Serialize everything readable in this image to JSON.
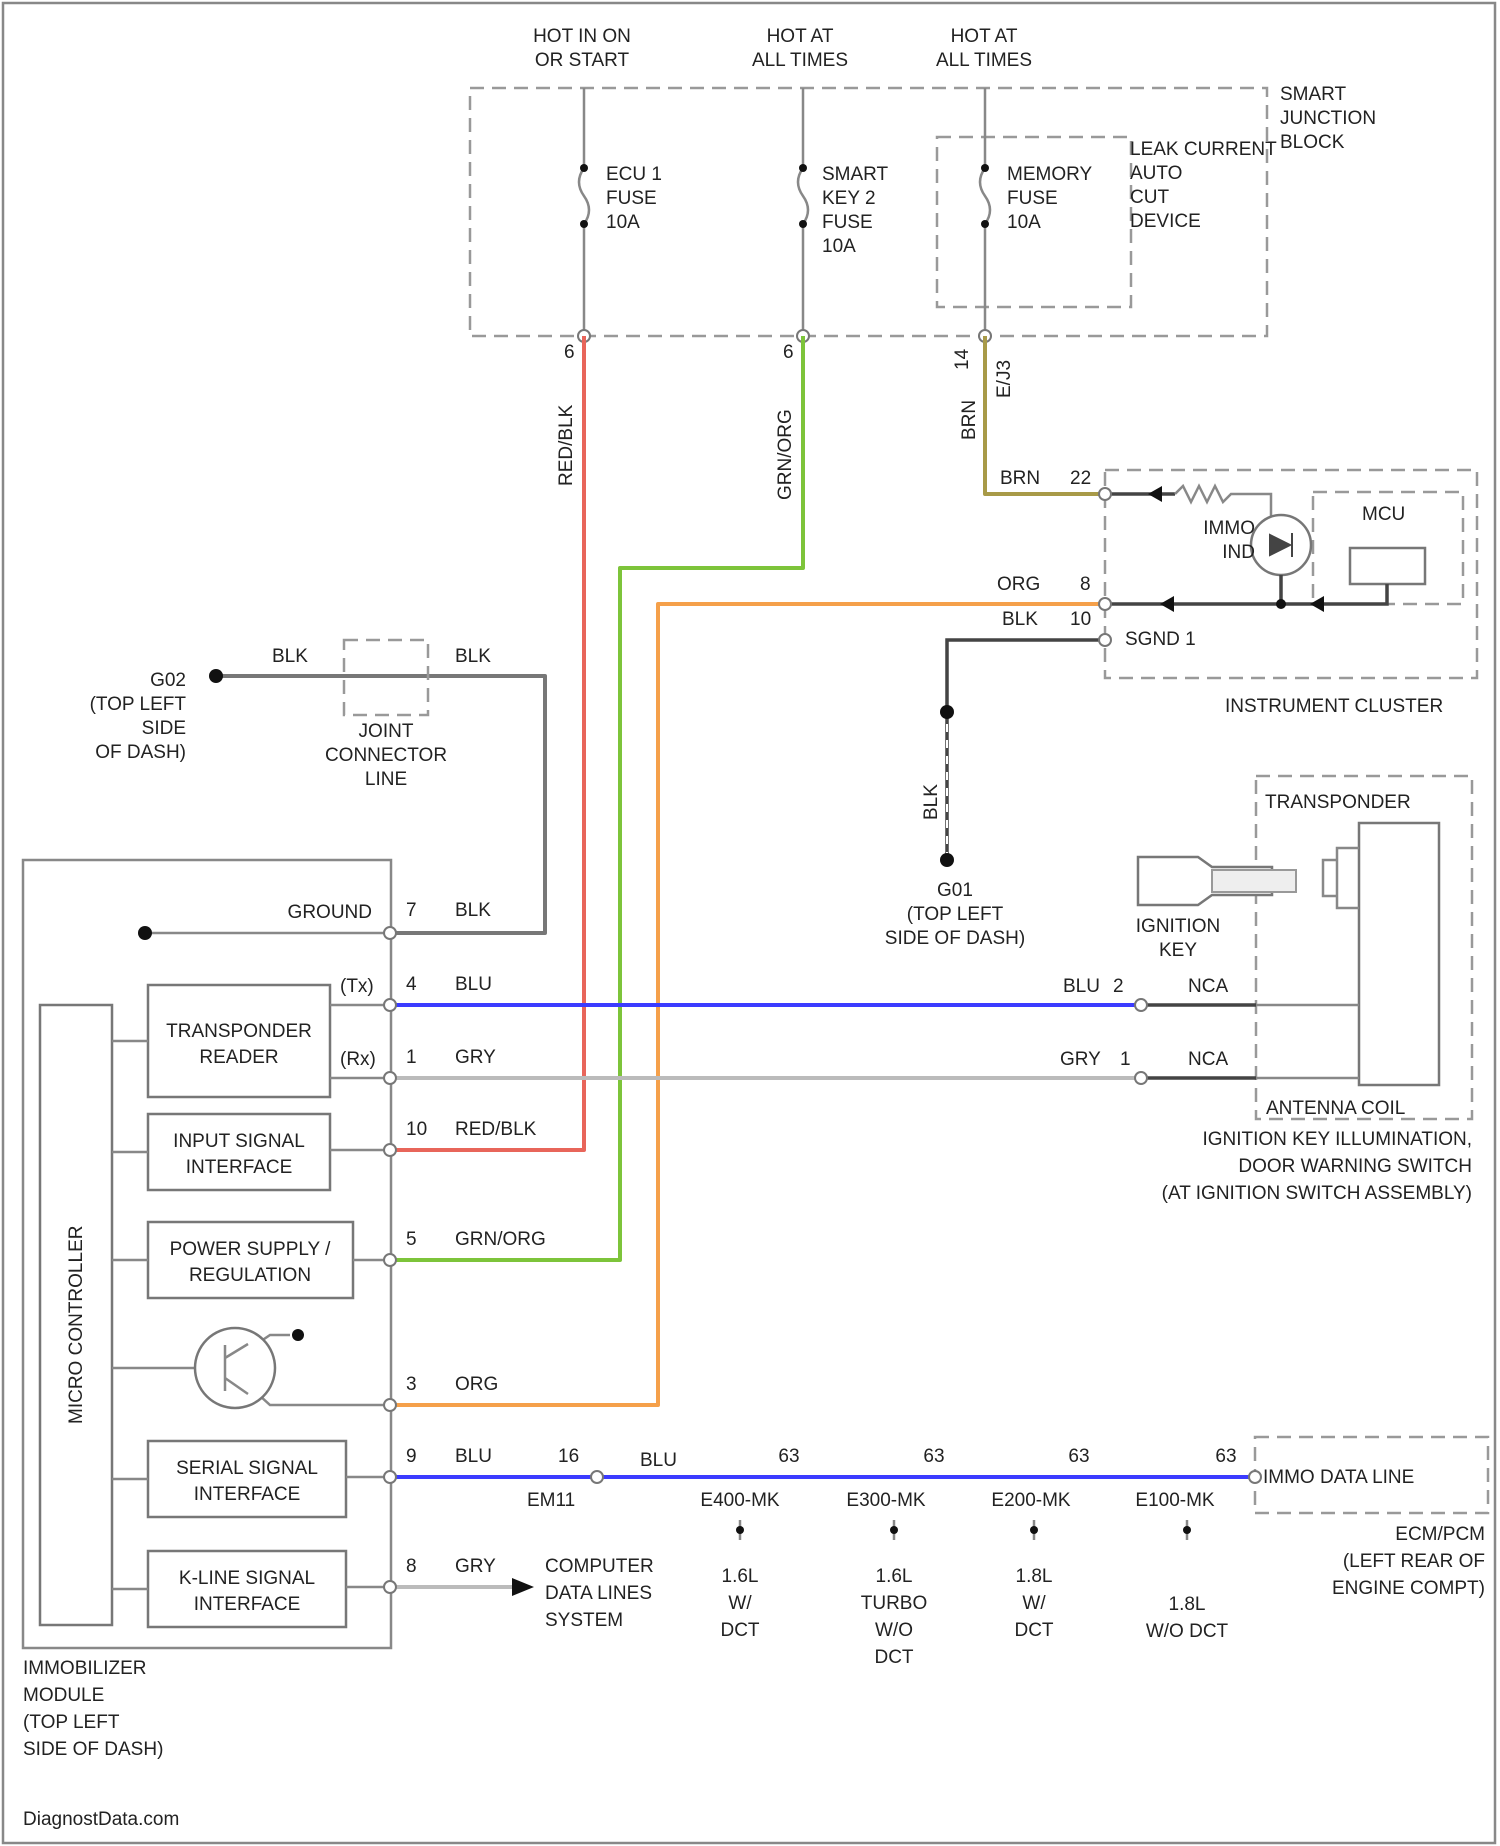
{
  "colors": {
    "red_blk": "#e8655a",
    "grn_org": "#7dc43a",
    "org": "#f5a04a",
    "brn": "#a89a48",
    "blu": "#3b3bff",
    "gry": "#bbbbbb",
    "blk": "#777777",
    "nca": "#555555"
  },
  "smart_junction_block": {
    "supply_hot_on_start": "HOT IN ON\nOR START",
    "supply_hot_all_1": "HOT AT\nALL TIMES",
    "supply_hot_all_2": "HOT AT\nALL TIMES",
    "label": "SMART\nJUNCTION\nBLOCK",
    "leak_device": "LEAK CURRENT\nAUTO\nCUT\nDEVICE",
    "fuses": [
      {
        "name": "ECU 1\nFUSE\n10A",
        "pin": "6"
      },
      {
        "name": "SMART\nKEY 2\nFUSE\n10A",
        "pin": "6"
      },
      {
        "name": "MEMORY\nFUSE\n10A",
        "pin": "14"
      }
    ],
    "pin_code": "E/J3"
  },
  "wire_labels": {
    "red_blk": "RED/BLK",
    "grn_org": "GRN/ORG",
    "brn": "BRN",
    "blk": "BLK"
  },
  "instrument_cluster": {
    "label": "INSTRUMENT CLUSTER",
    "immo_ind": "IMMO\nIND",
    "micro": "MCU",
    "sgnd": "SGND 1",
    "pins": {
      "brn": "22",
      "org": "8",
      "blk": "10"
    }
  },
  "ground_g02": "G02\n(TOP LEFT\nSIDE\nOF DASH)",
  "ground_g01": "G01\n(TOP LEFT\nSIDE OF DASH)",
  "joint_connector": "JOINT\nCONNECTOR\nLINE",
  "transponder": {
    "label": "TRANSPONDER",
    "ignition_key": "IGNITION\nKEY",
    "antenna_coil": "ANTENNA COIL",
    "switch_assembly": "IGNITION KEY ILLUMINATION,\nDOOR WARNING SWITCH\n(AT IGNITION SWITCH ASSEMBLY)",
    "nca": "NCA",
    "blu_pin": "2",
    "gry_pin": "1"
  },
  "immobilizer": {
    "label": "IMMOBILIZER\nMODULE\n(TOP LEFT\nSIDE OF DASH)",
    "micro_controller": "MICRO CONTROLLER",
    "blocks": [
      "TRANSPONDER\nREADER",
      "INPUT SIGNAL\nINTERFACE",
      "POWER SUPPLY /\nREGULATION",
      "SERIAL SIGNAL\nINTERFACE",
      "K-LINE SIGNAL\nINTERFACE"
    ],
    "ground_label": "GROUND",
    "pins": [
      {
        "pin": "7",
        "color": "BLK"
      },
      {
        "pin": "4",
        "color": "BLU"
      },
      {
        "pin": "1",
        "color": "GRY"
      },
      {
        "pin": "10",
        "color": "RED/BLK"
      },
      {
        "pin": "5",
        "color": "GRN/ORG"
      },
      {
        "pin": "3",
        "color": "ORG"
      },
      {
        "pin": "9",
        "color": "BLU"
      },
      {
        "pin": "8",
        "color": "GRY"
      }
    ],
    "tx_label": "(Tx)",
    "rx_label": "(Rx)"
  },
  "data_line": {
    "joint_pin": "16",
    "joint_name": "EM11",
    "wire": "BLU",
    "connectors": [
      {
        "pin": "63",
        "name": "E400-MK",
        "variant": "1.6L\nW/\nDCT"
      },
      {
        "pin": "63",
        "name": "E300-MK",
        "variant": "1.6L\nTURBO\nW/O\nDCT"
      },
      {
        "pin": "63",
        "name": "E200-MK",
        "variant": "1.8L\nW/\nDCT"
      },
      {
        "pin": "63",
        "name": "E100-MK",
        "variant": "1.8L\nW/O DCT"
      }
    ],
    "ecm_label": "IMMO DATA LINE",
    "ecm_location": "ECM/PCM\n(LEFT REAR OF\nENGINE COMPT)"
  },
  "computer_data_lines": "COMPUTER\nDATA LINES\nSYSTEM",
  "watermark": "DiagnostData.com"
}
